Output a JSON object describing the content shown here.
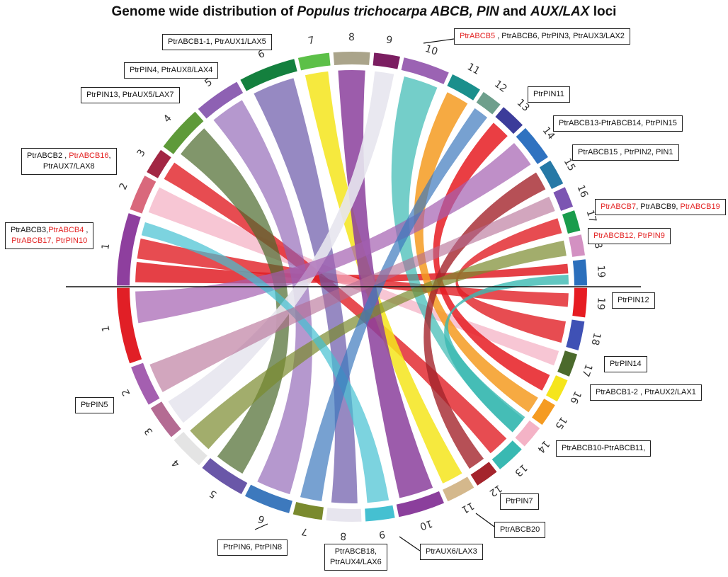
{
  "title": {
    "prefix": "Genome wide distribution of ",
    "italic1": "Populus trichocarpa ABCB, PIN",
    "mid": " and ",
    "italic2": "AUX/LAX",
    "suffix": " loci"
  },
  "colors": {
    "ring": [
      "#8e3f9e",
      "#d9687c",
      "#a22744",
      "#5e9a39",
      "#8e61b3",
      "#14803e",
      "#5cc048",
      "#aaa48a",
      "#7b1e61",
      "#9b63b3",
      "#1a8f8c",
      "#6e9f8c",
      "#3c3c9a",
      "#2f72c0",
      "#2679a6",
      "#7c55b2",
      "#1a9c4c",
      "#d391c2",
      "#2b6fbc"
    ],
    "ring_lower": [
      "#e11f26",
      "#a45fb0",
      "#b46b93",
      "#e4e4e4",
      "#6a57a8",
      "#3d79bd",
      "#7a8a2e",
      "#e7e5ee",
      "#45c0d1",
      "#8b3f9c",
      "#d4b88c",
      "#a4242c",
      "#39b9b2",
      "#f4b3c6",
      "#f59b21",
      "#f5e51c",
      "#4b6a2c",
      "#3f51b5",
      "#e61c22"
    ]
  },
  "upper_chromosomes": [
    "1",
    "2",
    "3",
    "4",
    "5",
    "6",
    "7",
    "8",
    "9",
    "10",
    "11",
    "12",
    "13",
    "14",
    "15",
    "16",
    "17",
    "18",
    "19"
  ],
  "lower_chromosomes": [
    "1",
    "2",
    "3",
    "4",
    "5",
    "6",
    "7",
    "8",
    "9",
    "10",
    "11",
    "12",
    "13",
    "14",
    "15",
    "16",
    "17",
    "18",
    "19"
  ],
  "labels": [
    {
      "id": "u6",
      "parts": [
        {
          "t": "PtrABCB1-1, PtrAUX1/LAX5"
        }
      ]
    },
    {
      "id": "u10",
      "parts": [
        {
          "t": "PtrABCB5",
          "red": true
        },
        {
          "t": " , PtrABCB6, PtrPIN3, PtrAUX3/LAX2"
        }
      ]
    },
    {
      "id": "u5",
      "parts": [
        {
          "t": "PtrPIN4, PtrAUX8/LAX4"
        }
      ]
    },
    {
      "id": "u4",
      "parts": [
        {
          "t": "PtrPIN13, PtrAUX5/LAX7"
        }
      ]
    },
    {
      "id": "u13",
      "parts": [
        {
          "t": "PtrPIN11"
        }
      ]
    },
    {
      "id": "u14",
      "parts": [
        {
          "t": "PtrABCB13-PtrABCB14, PtrPIN15"
        }
      ]
    },
    {
      "id": "u15",
      "parts": [
        {
          "t": "PtrABCB15 , PtrPIN2, PIN1"
        }
      ]
    },
    {
      "id": "u2a",
      "parts": [
        {
          "t": "PtrABCB2 , "
        },
        {
          "t": "PtrABCB16",
          "red": true
        },
        {
          "t": ","
        }
      ]
    },
    {
      "id": "u2b",
      "parts": [
        {
          "t": "PtrAUX7/LAX8"
        }
      ]
    },
    {
      "id": "u17",
      "parts": [
        {
          "t": "PtrABCB7",
          "red": true
        },
        {
          "t": ", PtrABCB9, "
        },
        {
          "t": "PtrABCB19",
          "red": true
        }
      ]
    },
    {
      "id": "u1a",
      "parts": [
        {
          "t": "PtrABCB3,"
        },
        {
          "t": "PtrABCB4",
          "red": true
        },
        {
          "t": " ,"
        }
      ]
    },
    {
      "id": "u1b",
      "parts": [
        {
          "t": "PtrABCB17, PtrPIN10",
          "red": true
        }
      ]
    },
    {
      "id": "u18",
      "parts": [
        {
          "t": "PtrABCB12, PtrPIN9",
          "red": true
        }
      ]
    },
    {
      "id": "l19",
      "parts": [
        {
          "t": "PtrPIN12"
        }
      ]
    },
    {
      "id": "l17",
      "parts": [
        {
          "t": "PtrPIN14"
        }
      ]
    },
    {
      "id": "l16",
      "parts": [
        {
          "t": "PtrABCB1-2 , PtrAUX2/LAX1"
        }
      ]
    },
    {
      "id": "l2",
      "parts": [
        {
          "t": "PtrPIN5"
        }
      ]
    },
    {
      "id": "l14",
      "parts": [
        {
          "t": "PtrABCB10-PtrABCB11,"
        }
      ]
    },
    {
      "id": "l12",
      "parts": [
        {
          "t": "PtrPIN7"
        }
      ]
    },
    {
      "id": "l11",
      "parts": [
        {
          "t": "PtrABCB20"
        }
      ]
    },
    {
      "id": "l6",
      "parts": [
        {
          "t": "PtrPIN6, PtrPIN8"
        }
      ]
    },
    {
      "id": "l9",
      "parts": [
        {
          "t": "PtrAUX6/LAX3"
        }
      ]
    },
    {
      "id": "l8a",
      "parts": [
        {
          "t": "PtrABCB18,"
        }
      ]
    },
    {
      "id": "l8b",
      "parts": [
        {
          "t": "PtrAUX4/LAX6"
        }
      ]
    }
  ]
}
